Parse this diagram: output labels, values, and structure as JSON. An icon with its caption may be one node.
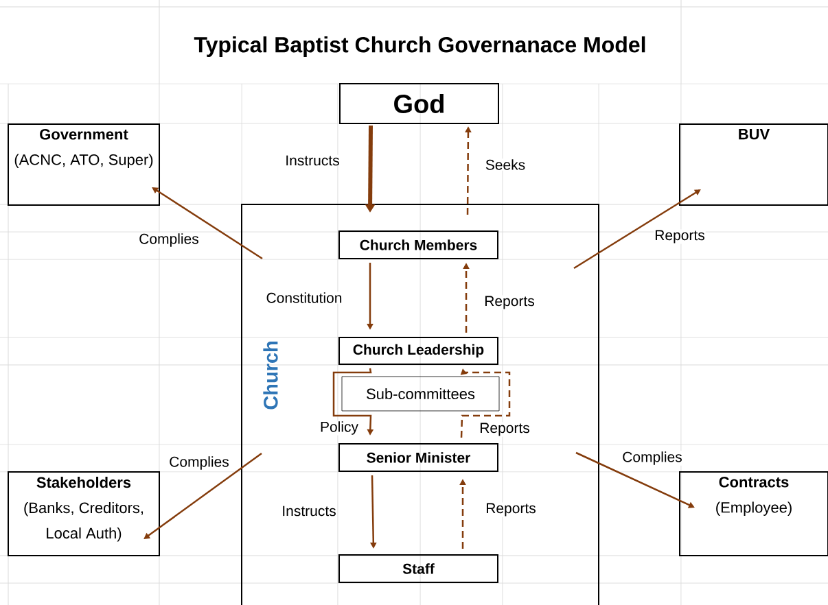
{
  "diagram": {
    "title": "Typical Baptist Church Governanace Model",
    "nodes": [
      {
        "text": [
          "God"
        ]
      },
      {
        "text": [
          "Government",
          "(ACNC, ATO, Super)"
        ]
      },
      {
        "text": [
          "BUV"
        ]
      },
      {
        "text": [
          "Church"
        ]
      },
      {
        "text": [
          "Church Members"
        ],
        "in": 3
      },
      {
        "text": [
          "Church Leadership"
        ],
        "in": 3
      },
      {
        "text": [
          "Sub-committees"
        ],
        "in": 3
      },
      {
        "text": [
          "Senior Minister"
        ],
        "in": 3
      },
      {
        "text": [
          "Staff"
        ],
        "in": 3
      },
      {
        "text": [
          "Stakeholders",
          "(Banks, Creditors, Local Auth)"
        ]
      },
      {
        "text": [
          "Contracts",
          "(Employee)"
        ]
      }
    ],
    "edges": [
      {
        "from": 0,
        "to": 4,
        "arrow": "to",
        "label": "Instructs",
        "style": "thick"
      },
      {
        "from": 4,
        "to": 0,
        "arrow": "to",
        "label": "Seeks",
        "style": "dashed"
      },
      {
        "from": 3,
        "to": 1,
        "arrow": "to",
        "label": "Complies"
      },
      {
        "from": 3,
        "to": 2,
        "arrow": "to",
        "label": "Reports"
      },
      {
        "from": 4,
        "to": 5,
        "arrow": "to",
        "label": "Constitution"
      },
      {
        "from": 5,
        "to": 4,
        "arrow": "to",
        "label": "Reports",
        "style": "dashed"
      },
      {
        "from": 5,
        "to": 7,
        "arrow": "to",
        "label": "Policy"
      },
      {
        "from": 7,
        "to": 5,
        "arrow": "to",
        "label": "Reports",
        "style": "dashed"
      },
      {
        "from": 3,
        "to": 9,
        "arrow": "to",
        "label": "Complies"
      },
      {
        "from": 3,
        "to": 10,
        "arrow": "to",
        "label": "Complies"
      },
      {
        "from": 7,
        "to": 8,
        "arrow": "to",
        "label": "Instructs"
      },
      {
        "from": 8,
        "to": 7,
        "arrow": "to",
        "label": "Reports",
        "style": "dashed"
      }
    ]
  }
}
